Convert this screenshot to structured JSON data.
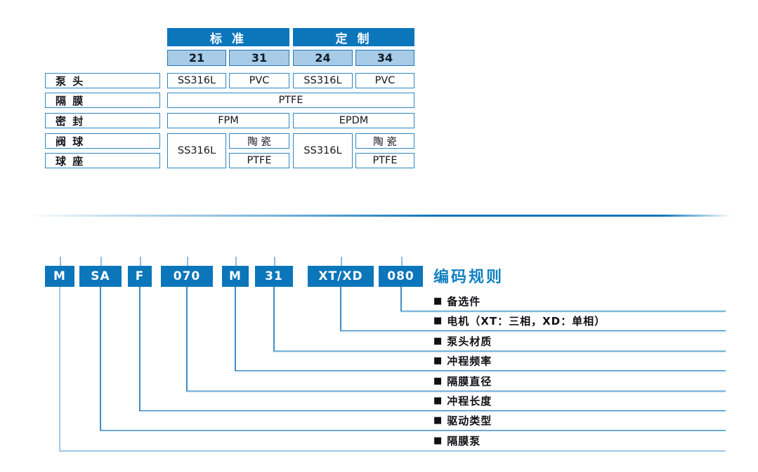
{
  "colors": {
    "primary_blue": "#0c76bb",
    "light_blue": "#a8cbe7",
    "border_blue": "#2e86c4",
    "title_blue": "#1180c2",
    "connector_blue": "#3e8fc8",
    "text_dark": "#15151e"
  },
  "table": {
    "group_headers": [
      "标 准",
      "定 制"
    ],
    "codes": [
      "21",
      "31",
      "24",
      "34"
    ],
    "row_labels": [
      "泵 头",
      "隔 膜",
      "密 封",
      "阀 球",
      "球 座"
    ],
    "pump_head_values": [
      "SS316L",
      "PVC",
      "SS316L",
      "PVC"
    ],
    "diaphragm_value": "PTFE",
    "seal_values": [
      "FPM",
      "EPDM"
    ],
    "valve_ball_merged_values": [
      "SS316L",
      "SS316L"
    ],
    "valve_ball_values": [
      "陶 瓷",
      "陶 瓷"
    ],
    "ball_seat_values": [
      "PTFE",
      "PTFE"
    ]
  },
  "coding": {
    "title": "编码规则",
    "segments": [
      "M",
      "SA",
      "F",
      "070",
      "M",
      "31",
      "XT/XD",
      "080"
    ],
    "bullet": "■",
    "legend": [
      "备选件",
      "电机（XT：三相，XD：单相）",
      "泵头材质",
      "冲程频率",
      "隔膜直径",
      "冲程长度",
      "驱动类型",
      "隔膜泵"
    ]
  }
}
